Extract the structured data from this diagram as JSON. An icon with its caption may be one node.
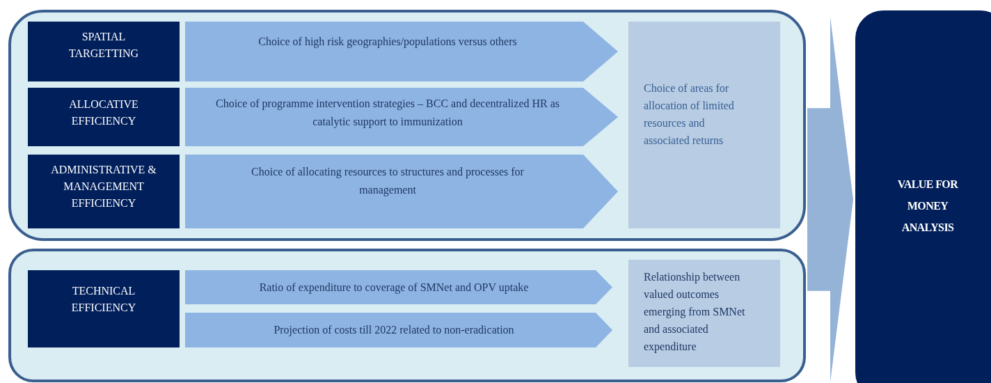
{
  "diagram": {
    "nodes": [
      {
        "text": [],
        "shape": "box"
      },
      {
        "text": [
          "SPATIAL TARGETTING"
        ],
        "in": 0
      },
      {
        "text": [
          "Choice of high risk geographies/populations versus others"
        ],
        "in": 0
      },
      {
        "text": [
          "ALLOCATIVE EFFICIENCY"
        ],
        "in": 0
      },
      {
        "text": [
          "Choice of programme intervention strategies – BCC and decentralized HR as catalytic support to immunization"
        ],
        "in": 0
      },
      {
        "text": [
          "ADMINISTRATIVE & MANAGEMENT EFFICIENCY"
        ],
        "in": 0
      },
      {
        "text": [
          "Choice of allocating resources to structures and processes for management"
        ],
        "in": 0
      },
      {
        "text": [
          "Choice of areas for allocation of limited resources and associated returns"
        ],
        "in": 0
      },
      {
        "text": [],
        "shape": "box"
      },
      {
        "text": [
          "TECHNICAL EFFICIENCY"
        ],
        "in": 8
      },
      {
        "text": [
          "Ratio of expenditure to coverage of SMNet and OPV uptake"
        ],
        "in": 8
      },
      {
        "text": [
          "Projection of costs till 2022 related to non-eradication"
        ],
        "in": 8
      },
      {
        "text": [
          "Relationship between valued outcomes emerging from SMNet and associated expenditure"
        ],
        "in": 8
      },
      {
        "text": [
          "VALUE FOR MONEY ANALYSIS"
        ]
      }
    ],
    "edges": [
      {
        "from": 0,
        "to": 13,
        "arrow": "to",
        "style": "thick"
      },
      {
        "from": 8,
        "to": 13,
        "arrow": "to",
        "style": "thick"
      }
    ]
  }
}
